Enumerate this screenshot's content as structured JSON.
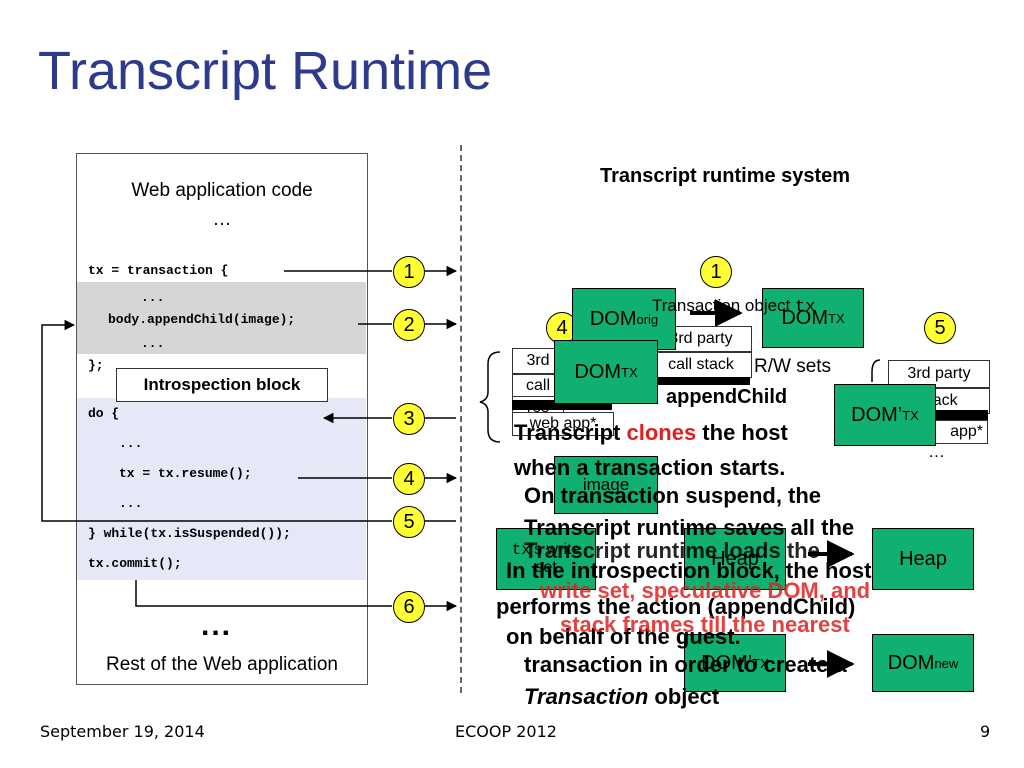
{
  "slide": {
    "title": "Transcript Runtime",
    "footer": {
      "date": "September 19, 2014",
      "venue": "ECOOP 2012",
      "page": "9"
    }
  },
  "code_panel": {
    "header": "Web application code",
    "ellipsis": "…",
    "lines": {
      "tx": "tx = transaction {",
      "dots1": "...",
      "append": "body.appendChild(image);",
      "dots2": "...",
      "close": "};",
      "do": "do {",
      "dots3": "...",
      "resume": "tx = tx.resume();",
      "dots4": "...",
      "while": "} while(tx.isSuspended());",
      "commit": "tx.commit();"
    },
    "introspection_label": "Introspection block",
    "big_dots": "...",
    "rest_label": "Rest of the Web application"
  },
  "steps": [
    "1",
    "2",
    "3",
    "4",
    "5",
    "6"
  ],
  "runtime": {
    "title": "Transcript runtime system",
    "step_labels": {
      "s1": "1",
      "s4": "4",
      "s5": "5"
    },
    "boxes": {
      "dom_orig": "DOM",
      "dom_orig_sub": "orig",
      "transaction_object": "Transaction object ",
      "tx_code": "tx",
      "dom_tx_1": "DOM",
      "dom_tx_1_sub": "TX",
      "dom_tx_2": "DOM",
      "dom_tx_2_sub": "TX",
      "third_party": "3rd party",
      "call_stack": "call stack",
      "rw_sets": "R/W sets",
      "append_child": "appendChild",
      "third_party_2": "3rd party",
      "stack": "stack",
      "dom_prime_tx": "DOM’",
      "dom_prime_tx_sub": "TX",
      "image": "image",
      "tx_write": "tx",
      "tx_write_suffix": "’s write",
      "set": "set",
      "heap_1": "Heap",
      "heap_2": "Heap",
      "dom_prime_tx_2": "DOM’",
      "dom_prime_tx_2_sub": "TX",
      "dom_new": "DOM",
      "dom_new_sub": "new",
      "web_app": "web app*",
      "app": "app*",
      "res": "res",
      "call": "call",
      "third_small": "3rd",
      "small_ellipsis": "…"
    },
    "overlapping_text": {
      "t1a": "Transcript ",
      "t1b": "clones",
      "t1c": " the host",
      "t2": "when a transaction starts.",
      "t3": "On transaction suspend, the",
      "t4": "Transcript runtime saves all the",
      "t5": "In the introspection block, the host",
      "t6": "performs the action (appendChild)",
      "t7": "on behalf of the guest.",
      "t8": "Transcript runtime loads the",
      "t9": "write set, speculative DOM, and",
      "t10": "stack frames till the nearest",
      "t11": "transaction in order to create a",
      "t12a": "Transaction",
      "t12b": " object"
    }
  }
}
